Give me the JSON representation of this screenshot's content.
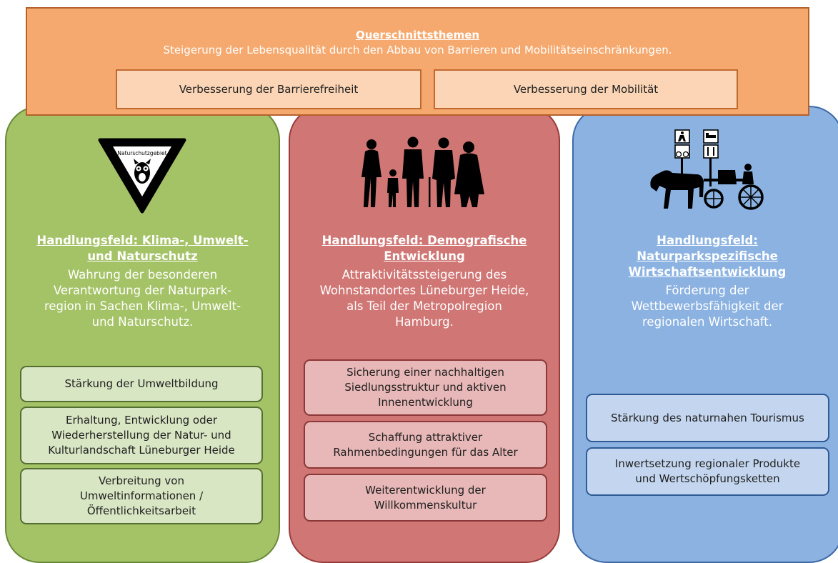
{
  "header": {
    "title": "Querschnittsthemen",
    "subtitle": "Steigerung der Lebensqualität durch den Abbau von Barrieren und Mobilitätseinschränkungen.",
    "boxes": [
      "Verbesserung der Barrierefreiheit",
      "Verbesserung der Mobilität"
    ]
  },
  "columns": [
    {
      "title_lines": [
        "Handlungsfeld: Klima-, Umwelt-",
        "und Naturschutz"
      ],
      "desc_lines": [
        "Wahrung der besonderen",
        "Verantwortung der Naturpark-",
        "region in Sachen Klima-, Umwelt-",
        "und Naturschutz."
      ],
      "sign_text": "Naturschutzgebiet",
      "items": [
        [
          "Stärkung der Umweltbildung"
        ],
        [
          "Erhaltung, Entwicklung oder",
          "Wiederherstellung der Natur- und",
          "Kulturlandschaft Lüneburger Heide"
        ],
        [
          "Verbreitung von",
          "Umweltinformationen /",
          "Öffentlichkeitsarbeit"
        ]
      ],
      "color": "#a4c266"
    },
    {
      "title_lines": [
        "Handlungsfeld: Demografische",
        "Entwicklung"
      ],
      "desc_lines": [
        "Attraktivitätssteigerung des",
        "Wohnstandortes Lüneburger Heide,",
        "als Teil der Metropolregion",
        "Hamburg."
      ],
      "items": [
        [
          "Sicherung einer nachhaltigen",
          "Siedlungsstruktur und aktiven",
          "Innenentwicklung"
        ],
        [
          "Schaffung attraktiver",
          "Rahmenbedingungen für das Alter"
        ],
        [
          "Weiterentwicklung der",
          "Willkommenskultur"
        ]
      ],
      "color": "#d07674"
    },
    {
      "title_lines": [
        "Handlungsfeld:",
        "Naturparkspezifische",
        "Wirtschaftsentwicklung"
      ],
      "desc_lines": [
        "Förderung der",
        "Wettbewerbsfähigkeit der",
        "regionalen Wirtschaft."
      ],
      "items": [
        [
          "Stärkung des naturnahen Tourismus"
        ],
        [
          "Inwertsetzung regionaler Produkte",
          "und Wertschöpfungsketten"
        ]
      ],
      "color": "#8bb2e1"
    }
  ]
}
